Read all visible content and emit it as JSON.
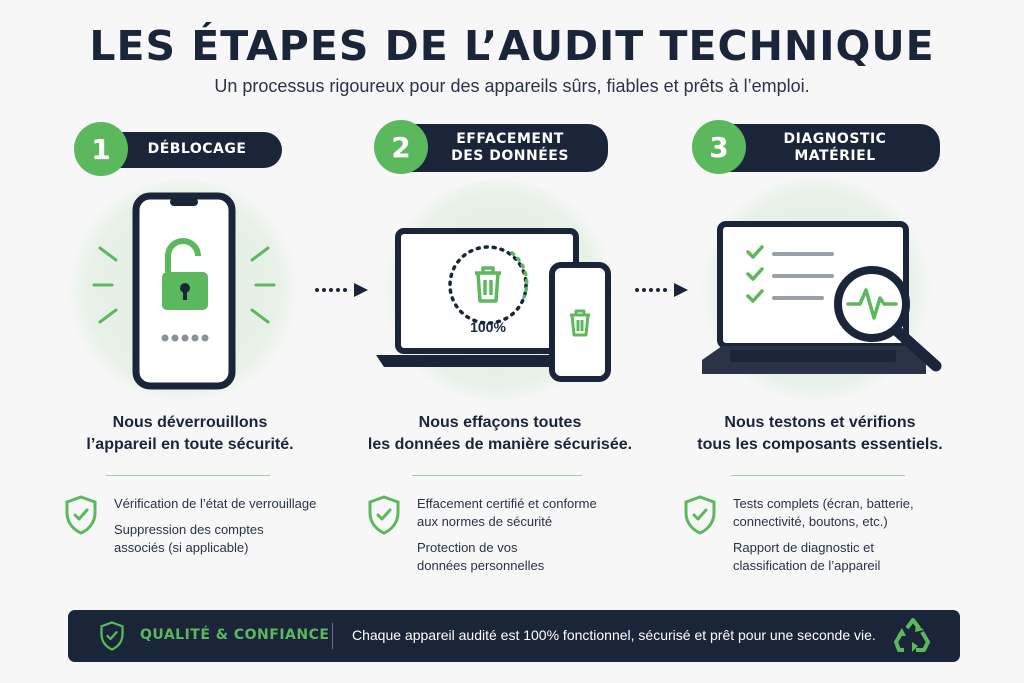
{
  "title": "LES ÉTAPES DE L’AUDIT TECHNIQUE",
  "subtitle": "Un processus rigoureux pour des appareils sûrs, fiables et prêts à l’emploi.",
  "steps": [
    {
      "number": "1",
      "label": "DÉBLOCAGE",
      "description_line1": "Nous déverrouillons",
      "description_line2": "l’appareil en toute sécurité.",
      "bullets": [
        "Vérification de l’état de verrouillage",
        "Suppression des comptes associés (si applicable)"
      ]
    },
    {
      "number": "2",
      "label_line1": "EFFACEMENT",
      "label_line2": "DES DONNÉES",
      "progress_label": "100%",
      "description_line1": "Nous effaçons toutes",
      "description_line2": "les données de manière sécurisée.",
      "bullets": [
        "Effacement certifié et conforme aux normes de sécurité",
        "Protection de vos données personnelles"
      ]
    },
    {
      "number": "3",
      "label_line1": "DIAGNOSTIC",
      "label_line2": "MATÉRIEL",
      "description_line1": "Nous testons et vérifions",
      "description_line2": "tous les composants essentiels.",
      "bullets": [
        "Tests complets (écran, batterie, connectivité, boutons, etc.)",
        "Rapport de diagnostic et classification de l’appareil"
      ]
    }
  ],
  "footer": {
    "label": "QUALITÉ & CONFIANCE",
    "text": "Chaque appareil audité est 100% fonctionnel, sécurisé et prêt pour une seconde vie."
  },
  "colors": {
    "navy": "#1b2539",
    "green": "#5cb85c",
    "background": "#f6f7f6"
  },
  "icons": [
    "unlock-icon",
    "trash-icon",
    "checklist-icon",
    "magnifier-icon",
    "shield-check-icon",
    "recycle-icon"
  ]
}
